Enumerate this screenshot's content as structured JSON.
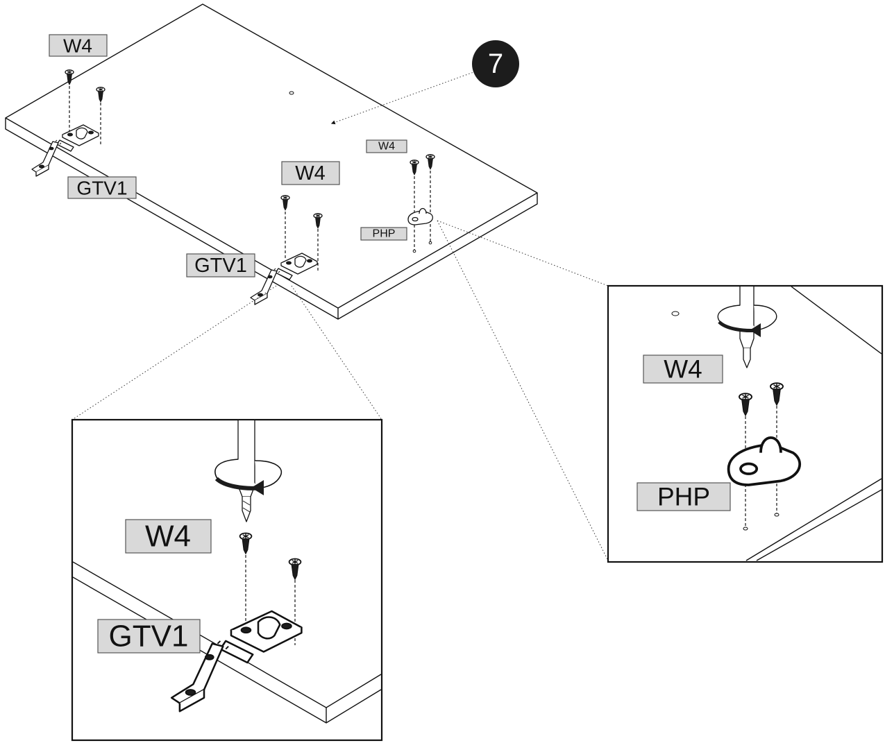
{
  "step": {
    "number": "7"
  },
  "labels": {
    "w4_top_left": "W4",
    "gtv1_left": "GTV1",
    "w4_center": "W4",
    "gtv1_center": "GTV1",
    "w4_small": "W4",
    "php_small": "PHP",
    "zoom_left_w4": "W4",
    "zoom_left_gtv1": "GTV1",
    "zoom_right_w4": "W4",
    "zoom_right_php": "PHP"
  },
  "icons": [
    "screwdriver-icon",
    "rotation-arrow-icon",
    "screw-icon",
    "hinge-icon",
    "shelf-support-icon"
  ],
  "colors": {
    "label_fill": "#d9d9d9",
    "badge": "#1c1c1c",
    "line": "#111111"
  }
}
